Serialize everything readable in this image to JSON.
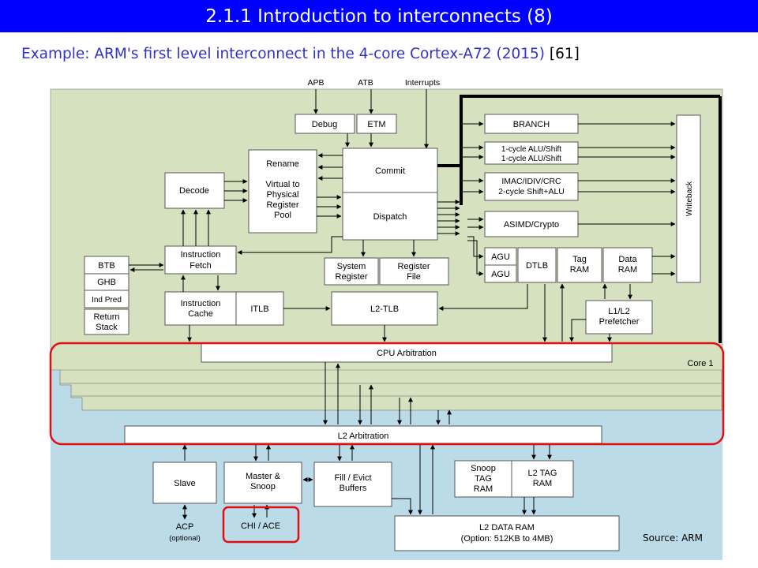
{
  "slide": {
    "title": "2.1.1 Introduction to interconnects (8)",
    "subtitle": "Example: ARM's first level interconnect in the 4-core Cortex-A72 (2015)",
    "reference": "[61]",
    "source": "Source: ARM"
  },
  "colors": {
    "title_bar": "#0000ff",
    "subtitle_text": "#3232c8",
    "core_background": "#d6e1c0",
    "l2_background": "#bcdbe8",
    "highlight": "#e01010"
  },
  "diagram": {
    "top_labels": {
      "apb": "APB",
      "atb": "ATB",
      "interrupts": "Interrupts"
    },
    "core": {
      "debug": "Debug",
      "etm": "ETM",
      "rename": "Rename",
      "virtual_pool": [
        "Virtual to",
        "Physical",
        "Register",
        "Pool"
      ],
      "decode": "Decode",
      "commit": "Commit",
      "dispatch": "Dispatch",
      "branch": "BRANCH",
      "alu": [
        "1-cycle ALU/Shift",
        "1-cycle ALU/Shift"
      ],
      "imac": [
        "IMAC/IDIV/CRC",
        "2-cycle Shift+ALU"
      ],
      "asimd": "ASIMD/Crypto",
      "writeback": "Writeback",
      "agu_1": "AGU",
      "agu_2": "AGU",
      "dtlb": "DTLB",
      "tag_ram": [
        "Tag",
        "RAM"
      ],
      "data_ram": [
        "Data",
        "RAM"
      ],
      "btb": "BTB",
      "ghb": "GHB",
      "ind_pred": "Ind Pred",
      "return_stack": [
        "Return",
        "Stack"
      ],
      "instruction_fetch": [
        "Instruction",
        "Fetch"
      ],
      "system_register": [
        "System",
        "Register"
      ],
      "register_file": [
        "Register",
        "File"
      ],
      "instruction_cache": [
        "Instruction",
        "Cache"
      ],
      "itlb": "ITLB",
      "l2_tlb": "L2-TLB",
      "prefetcher": [
        "L1/L2",
        "Prefetcher"
      ],
      "cpu_arbitration": "CPU Arbitration",
      "core_label": "Core 1"
    },
    "l2": {
      "l2_arbitration": "L2 Arbitration",
      "slave": "Slave",
      "master_snoop": [
        "Master &",
        "Snoop"
      ],
      "fill_evict": [
        "Fill / Evict",
        "Buffers"
      ],
      "snoop_tag_ram": [
        "Snoop",
        "TAG",
        "RAM"
      ],
      "l2_tag_ram": [
        "L2 TAG",
        "RAM"
      ],
      "acp": "ACP",
      "acp_note": "(optional)",
      "chi_ace": "CHI / ACE",
      "l2_data_ram": "L2 DATA RAM",
      "l2_data_ram_note": "(Option: 512KB to 4MB)"
    }
  }
}
